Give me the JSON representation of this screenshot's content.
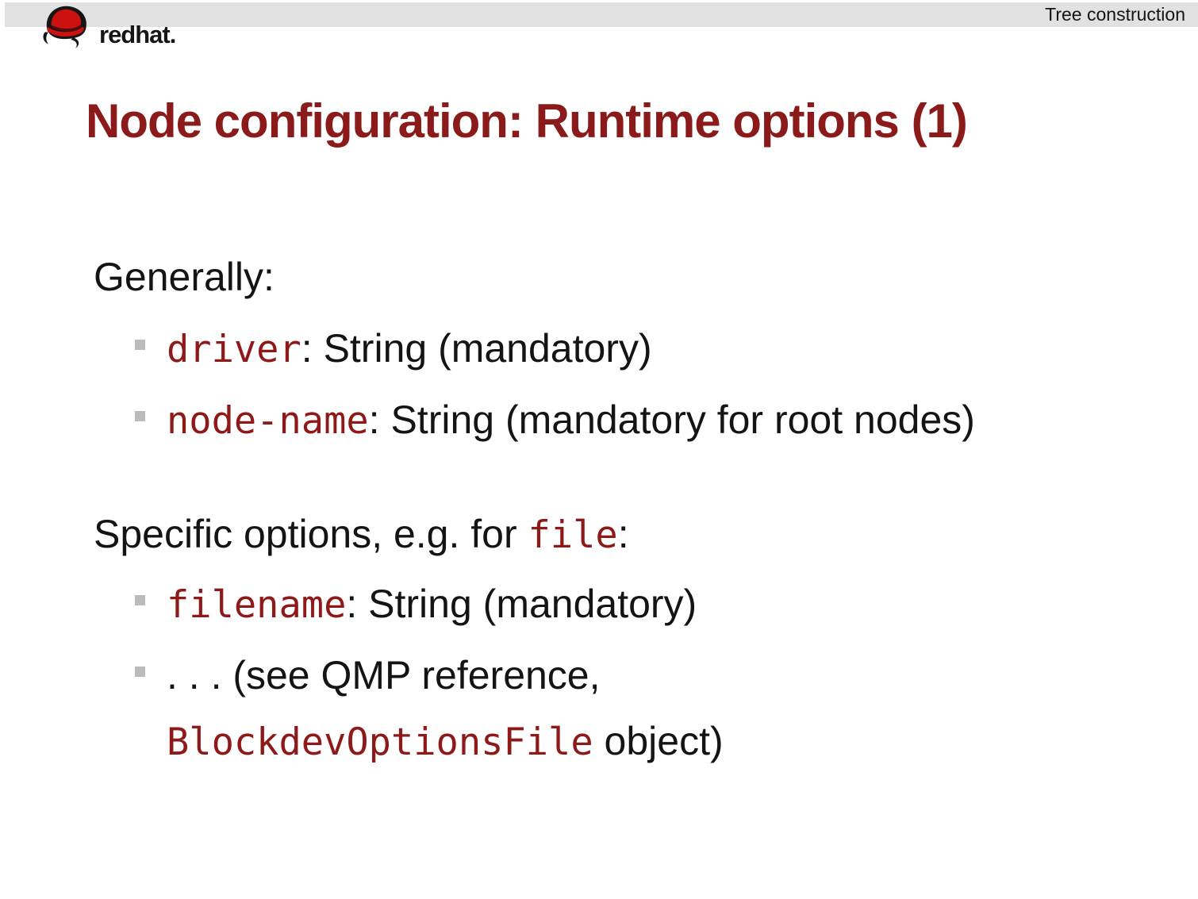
{
  "header": {
    "section_label": "Tree construction"
  },
  "logo": {
    "hat_icon": "red-fedora-hat",
    "word_bold": "red",
    "word_light": "hat",
    "period": "."
  },
  "title": "Node configuration: Runtime options (1)",
  "content": {
    "lines": [
      {
        "kind": "para",
        "segments": [
          {
            "style": "plain",
            "text": "Generally:"
          }
        ]
      },
      {
        "kind": "bullet",
        "segments": [
          {
            "style": "code",
            "text": "driver"
          },
          {
            "style": "plain",
            "text": ": String (mandatory)"
          }
        ]
      },
      {
        "kind": "bullet",
        "segments": [
          {
            "style": "code",
            "text": "node-name"
          },
          {
            "style": "plain",
            "text": ": String (mandatory for root nodes)"
          }
        ]
      },
      {
        "kind": "para",
        "segments": [
          {
            "style": "plain",
            "text": "Specific options, e.g. for "
          },
          {
            "style": "code",
            "text": "file"
          },
          {
            "style": "plain",
            "text": ":"
          }
        ]
      },
      {
        "kind": "bullet",
        "segments": [
          {
            "style": "code",
            "text": "filename"
          },
          {
            "style": "plain",
            "text": ": String (mandatory)"
          }
        ]
      },
      {
        "kind": "bullet",
        "segments": [
          {
            "style": "plain",
            "text": ". . .  (see QMP reference,"
          }
        ]
      },
      {
        "kind": "continuation",
        "segments": [
          {
            "style": "code",
            "text": "BlockdevOptionsFile"
          },
          {
            "style": "plain",
            "text": " object)"
          }
        ]
      }
    ]
  },
  "colors": {
    "title_maroon": "#8b1a1a",
    "code_red": "#8e1919",
    "header_bar_gray": "#e1e1e1",
    "bullet_square_gray": "#bbbbbb",
    "body_text": "#141414",
    "logo_red": "#cc1111"
  }
}
